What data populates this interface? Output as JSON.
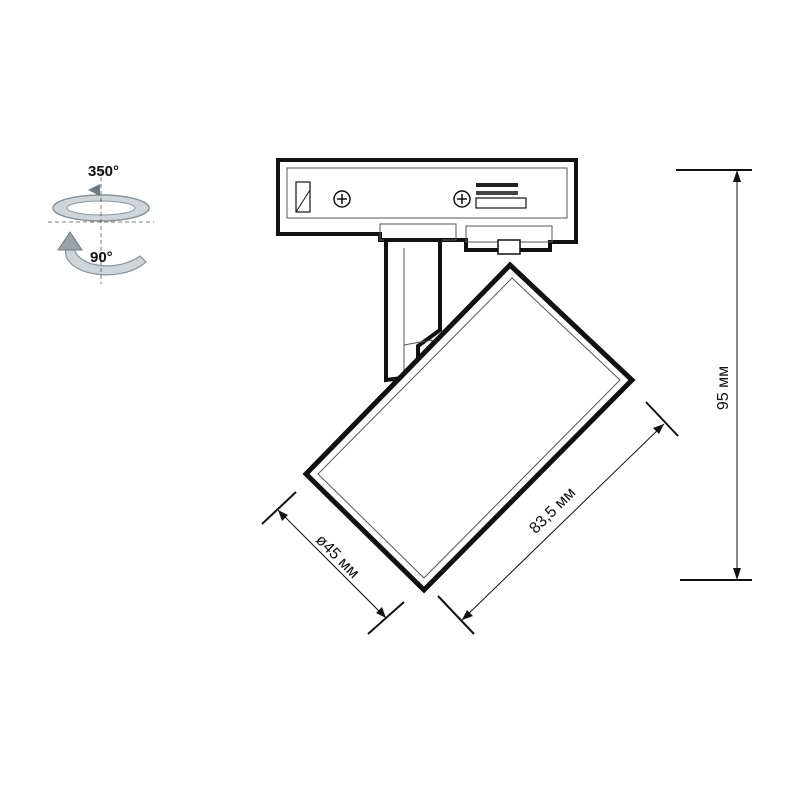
{
  "rotation": {
    "horizontal_label": "350°",
    "vertical_label": "90°"
  },
  "dimensions": {
    "height_label": "95 мм",
    "length_label": "83,5 мм",
    "diameter_label": "ø45 мм"
  },
  "colors": {
    "line": "#111111",
    "rotation_fill": "#cfd5d9",
    "rotation_fill_dark": "#9aa3a8",
    "inner_line": "#555555"
  }
}
